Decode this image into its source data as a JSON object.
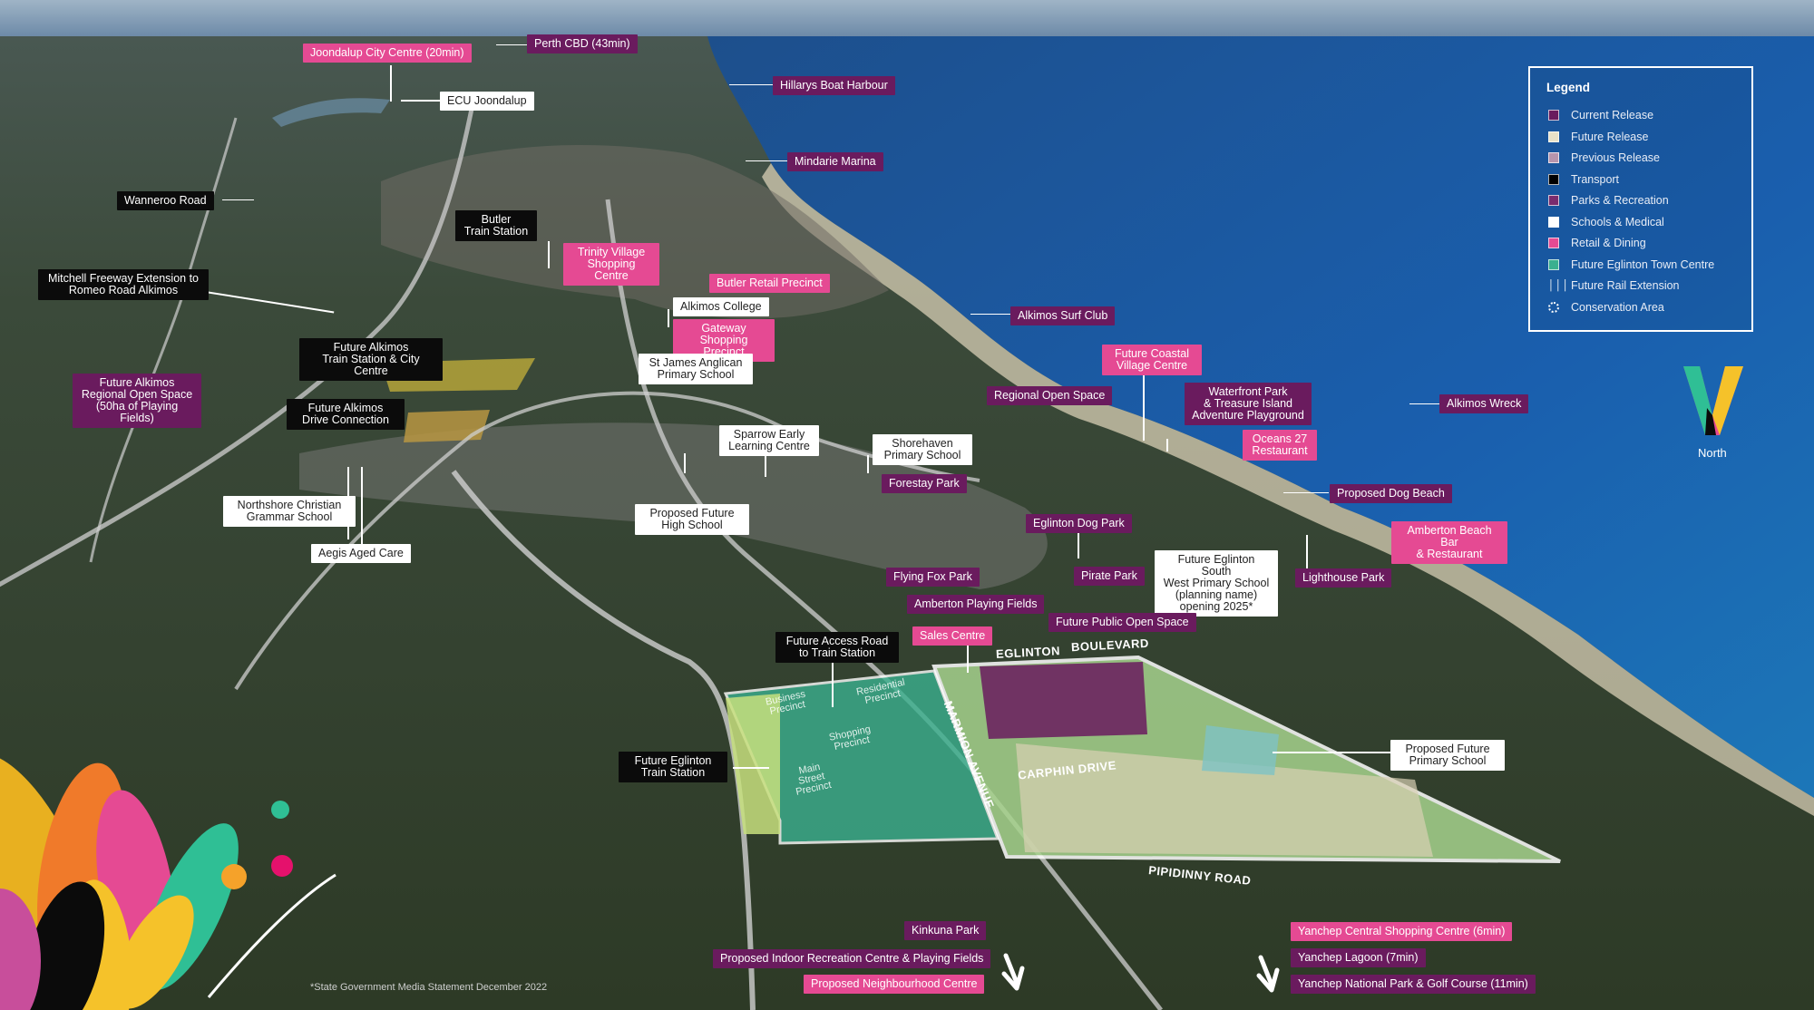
{
  "legend": {
    "title": "Legend",
    "items": [
      {
        "label": "Current Release",
        "color": "#6a1b5e",
        "icon": "swatch"
      },
      {
        "label": "Future Release",
        "color": "#e9e1c8",
        "icon": "swatch"
      },
      {
        "label": "Previous Release",
        "color": "#b795ad",
        "icon": "swatch"
      },
      {
        "label": "Transport",
        "color": "#000000",
        "icon": "swatch"
      },
      {
        "label": "Parks & Recreation",
        "color": "#7a2c6e",
        "icon": "swatch"
      },
      {
        "label": "Schools & Medical",
        "color": "#ffffff",
        "icon": "swatch"
      },
      {
        "label": "Retail & Dining",
        "color": "#e54a93",
        "icon": "swatch"
      },
      {
        "label": "Future Eglinton Town Centre",
        "color": "#3bb08f",
        "icon": "swatch"
      },
      {
        "label": "Future Rail Extension",
        "color": "#ffffff",
        "icon": "rail-icon"
      },
      {
        "label": "Conservation Area",
        "color": "#ffffff",
        "icon": "dotted-circle-icon"
      }
    ]
  },
  "brand": {
    "logo": "v-logo-icon",
    "north_label": "North"
  },
  "footnote": "*State Government Media Statement December 2022",
  "labels": {
    "perth_cbd": "Perth CBD (43min)",
    "joondalup_city": "Joondalup City Centre (20min)",
    "ecu_joondalup": "ECU Joondalup",
    "hillarys": "Hillarys Boat Harbour",
    "mindarie": "Mindarie Marina",
    "wanneroo": "Wanneroo Road",
    "butler_station": "Butler\nTrain Station",
    "mitchell_freeway": "Mitchell Freeway Extension to\nRomeo Road Alkimos",
    "trinity_village": "Trinity Village\nShopping Centre",
    "butler_retail": "Butler Retail Precinct",
    "alkimos_college": "Alkimos College",
    "gateway_shopping": "Gateway Shopping\nPrecinct",
    "alkimos_surf": "Alkimos Surf Club",
    "future_alkimos_station": "Future Alkimos\nTrain Station & City Centre",
    "st_james": "St James Anglican\nPrimary School",
    "future_alkimos_ros": "Future Alkimos\nRegional Open Space\n(50ha of Playing Fields)",
    "future_alkimos_drive": "Future Alkimos\nDrive Connection",
    "future_coastal_village": "Future Coastal\nVillage Centre",
    "regional_open_space": "Regional Open Space",
    "waterfront_park": "Waterfront Park\n& Treasure Island\nAdventure Playground",
    "alkimos_wreck": "Alkimos Wreck",
    "oceans27": "Oceans 27\nRestaurant",
    "sparrow": "Sparrow Early\nLearning Centre",
    "shorehaven": "Shorehaven\nPrimary School",
    "northshore": "Northshore Christian\nGrammar School",
    "forestay": "Forestay Park",
    "proposed_hs": "Proposed Future\nHigh School",
    "dog_beach": "Proposed Dog Beach",
    "aegis": "Aegis Aged Care",
    "eglinton_dog": "Eglinton Dog Park",
    "amberton_beach_bar": "Amberton Beach Bar\n& Restaurant",
    "future_ps_south": "Future Eglinton South\nWest Primary School\n(planning name)\nopening 2025*",
    "flying_fox": "Flying Fox Park",
    "pirate": "Pirate Park",
    "lighthouse": "Lighthouse Park",
    "amberton_fields": "Amberton Playing Fields",
    "future_pos": "Future Public Open Space",
    "sales_centre": "Sales Centre",
    "future_access_road": "Future Access Road\nto Train Station",
    "future_eglinton_station": "Future Eglinton\nTrain Station",
    "proposed_future_ps": "Proposed Future\nPrimary School",
    "kinkuna": "Kinkuna Park",
    "indoor_rec": "Proposed Indoor Recreation Centre & Playing Fields",
    "neighbourhood": "Proposed Neighbourhood Centre",
    "yanchep_central": "Yanchep Central Shopping Centre (6min)",
    "yanchep_lagoon": "Yanchep Lagoon (7min)",
    "yanchep_np": "Yanchep National Park & Golf Course (11min)"
  },
  "roads": {
    "eglinton": "EGLINTON",
    "boulevard": "BOULEVARD",
    "marmion": "MARMION AVENUE",
    "carphin": "CARPHIN DRIVE",
    "pipidinny": "PIPIDINNY ROAD"
  },
  "precincts": {
    "business": "Business\nPrecinct",
    "residential": "Residential\nPrecinct",
    "shopping": "Shopping\nPrecinct",
    "main_street": "Main\nStreet\nPrecinct"
  },
  "colors": {
    "ocean": "#1f5fa8",
    "land": "#3a4a34",
    "current_release": "#6a1b5e",
    "retail_dining": "#e54a93",
    "town_centre": "#3bb08f"
  },
  "icons": [
    "south-arrow-icon",
    "south-arrow-icon",
    "decorative-foliage-icon"
  ]
}
